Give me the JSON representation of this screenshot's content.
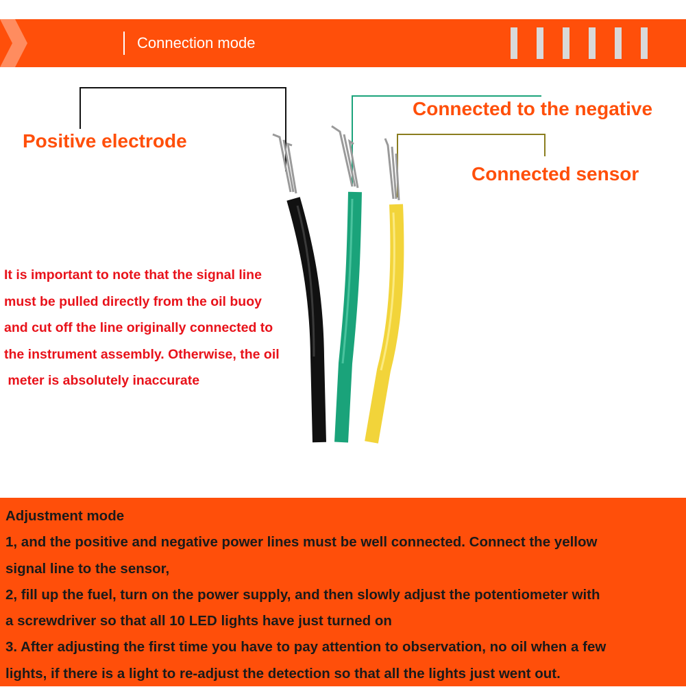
{
  "header": {
    "title": "Connection mode"
  },
  "labels": {
    "positive": "Positive electrode",
    "negative": "Connected to the negative",
    "sensor": "Connected sensor"
  },
  "wire_colors": {
    "positive": "#111111",
    "negative": "#1aa37a",
    "sensor": "#f2d43a",
    "accent": "#ff4f0a"
  },
  "note": {
    "lines": [
      "It is important to note that the signal line",
      "must be pulled directly from the oil buoy",
      "and cut off the line originally connected to",
      "the instrument assembly. Otherwise, the oil",
      " meter is absolutely inaccurate"
    ]
  },
  "adjustment": {
    "title": "Adjustment mode",
    "lines": [
      "1, and the positive and negative power lines must be well connected. Connect the yellow",
      "signal line to the sensor,",
      "2, fill up the fuel, turn on the power supply, and then slowly adjust the potentiometer with",
      "a screwdriver so that all 10 LED lights have just turned on",
      "3. After adjusting the first time you have to pay attention to observation, no oil when a few",
      "lights, if there is a light to re-adjust the detection so that all the lights just went out."
    ]
  }
}
